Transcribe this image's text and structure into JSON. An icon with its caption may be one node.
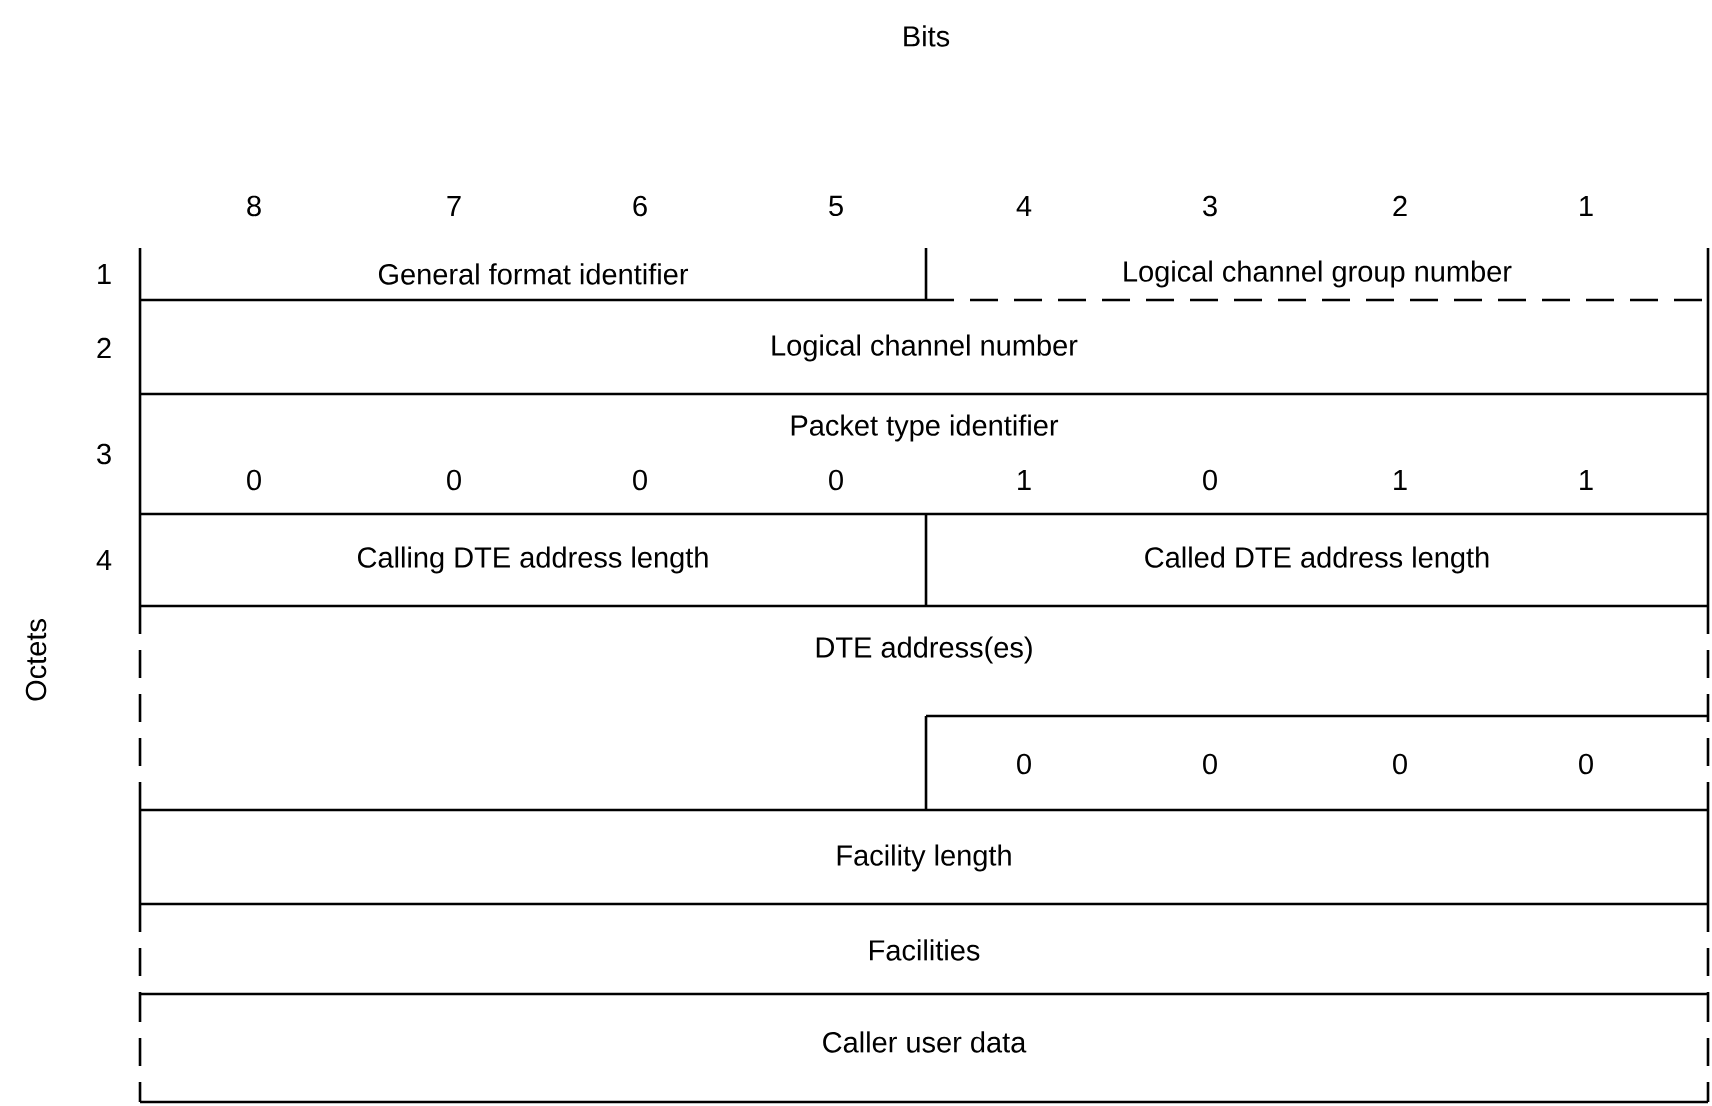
{
  "diagram": {
    "nodes": [
      {
        "text": [
          "General format identifier"
        ]
      },
      {
        "text": [
          "Logical channel group number"
        ]
      },
      {
        "text": [
          "Logical channel number"
        ]
      },
      {
        "text": [
          "Packet type identifier",
          "0",
          "0",
          "0",
          "0",
          "1",
          "0",
          "1",
          "1"
        ]
      },
      {
        "text": [
          "Calling DTE address length"
        ]
      },
      {
        "text": [
          "Called DTE address length"
        ]
      },
      {
        "text": [
          "DTE address(es)"
        ]
      },
      {
        "text": [
          "0",
          "0",
          "0",
          "0"
        ],
        "in": 6
      },
      {
        "text": [
          "Facility length"
        ]
      },
      {
        "text": [
          "Facilities"
        ]
      },
      {
        "text": [
          "Caller user data"
        ]
      }
    ],
    "labels": [
      "Bits",
      "8",
      "7",
      "6",
      "5",
      "4",
      "3",
      "2",
      "1",
      "1",
      "2",
      "3",
      "4",
      "Octets"
    ]
  }
}
